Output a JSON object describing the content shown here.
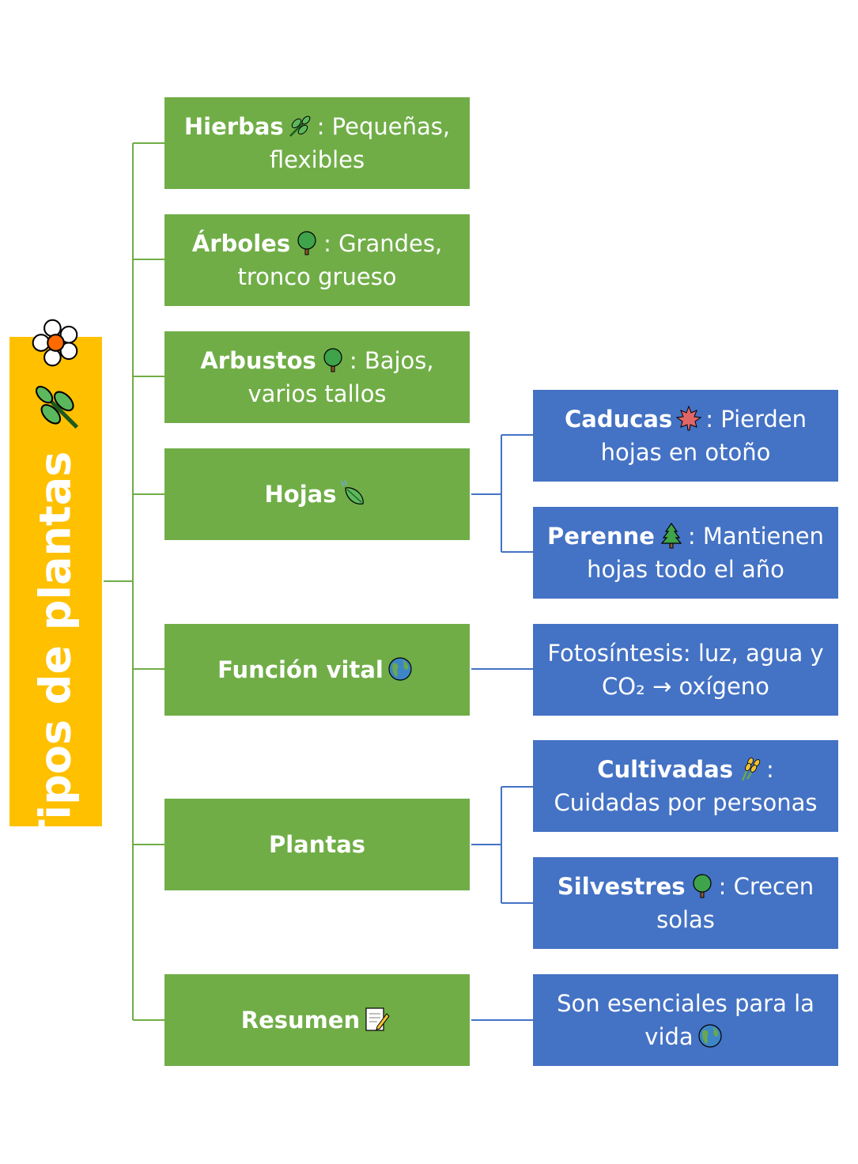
{
  "root": {
    "title": "Tipos de plantas",
    "icons": [
      "flower-icon",
      "herb-icon"
    ]
  },
  "branches": [
    {
      "id": "hierbas",
      "title": "Hierbas",
      "icon": "herb-icon",
      "desc": ": Pequeñas, flexibles"
    },
    {
      "id": "arboles",
      "title": "Árboles",
      "icon": "tree-icon",
      "desc": ": Grandes, tronco grueso"
    },
    {
      "id": "arbustos",
      "title": "Arbustos",
      "icon": "tree-icon",
      "desc": ": Bajos, varios tallos"
    },
    {
      "id": "hojas",
      "title": "Hojas",
      "icon": "leaf-wind-icon",
      "desc": ""
    },
    {
      "id": "funcion",
      "title": "Función vital",
      "icon": "globe-icon",
      "desc": ""
    },
    {
      "id": "plantas",
      "title": "Plantas",
      "icon": "",
      "desc": ""
    },
    {
      "id": "resumen",
      "title": "Resumen",
      "icon": "memo-icon",
      "desc": ""
    }
  ],
  "leaves": [
    {
      "id": "caducas",
      "title": "Caducas",
      "icon": "maple-leaf-icon",
      "desc": ": Pierden hojas en otoño"
    },
    {
      "id": "perenne",
      "title": "Perenne",
      "icon": "evergreen-tree-icon",
      "desc": ": Mantienen hojas todo el año"
    },
    {
      "id": "fotosintesis",
      "title": "",
      "icon": "",
      "desc": "Fotosíntesis: luz, agua y CO₂ → oxígeno"
    },
    {
      "id": "cultivadas",
      "title": "Cultivadas",
      "icon": "wheat-icon",
      "desc": ": Cuidadas por personas"
    },
    {
      "id": "silvestres",
      "title": "Silvestres",
      "icon": "tree-icon",
      "desc": ": Crecen solas"
    },
    {
      "id": "esenciales",
      "title": "",
      "icon": "globe-icon",
      "desc": "Son esenciales para la vida"
    }
  ],
  "colors": {
    "root": "#ffc000",
    "branch": "#70ad47",
    "leaf": "#4472c4",
    "branch_line": "#70ad47",
    "leaf_line": "#4472c4"
  }
}
